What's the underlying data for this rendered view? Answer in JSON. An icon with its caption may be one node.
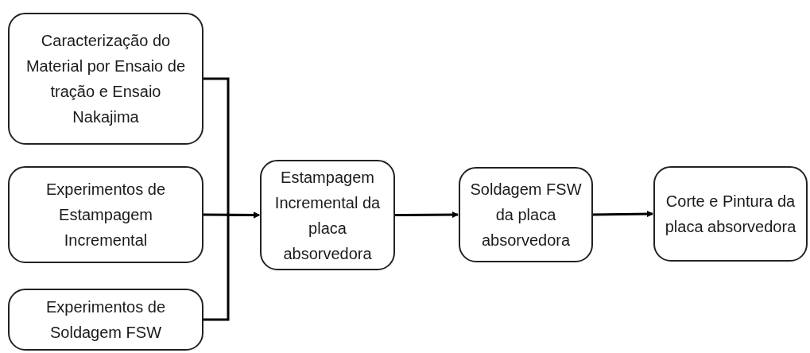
{
  "diagram": {
    "nodes": [
      {
        "text": [
          "Caracterização do Material por Ensaio de tração e Ensaio Nakajima"
        ]
      },
      {
        "text": [
          "Experimentos de Estampagem Incremental"
        ]
      },
      {
        "text": [
          "Experimentos de Soldagem FSW"
        ]
      },
      {
        "text": [
          "Estampagem Incremental da placa absorvedora"
        ]
      },
      {
        "text": [
          "Soldagem FSW da placa absorvedora"
        ]
      },
      {
        "text": [
          "Corte e Pintura da placa absorvedora"
        ]
      }
    ],
    "edges": [
      {
        "from": 0,
        "to": 3,
        "arrow": "to"
      },
      {
        "from": 1,
        "to": 3,
        "arrow": "to"
      },
      {
        "from": 2,
        "to": 3,
        "arrow": "to"
      },
      {
        "from": 3,
        "to": 4,
        "arrow": "to"
      },
      {
        "from": 4,
        "to": 5,
        "arrow": "to"
      }
    ]
  }
}
